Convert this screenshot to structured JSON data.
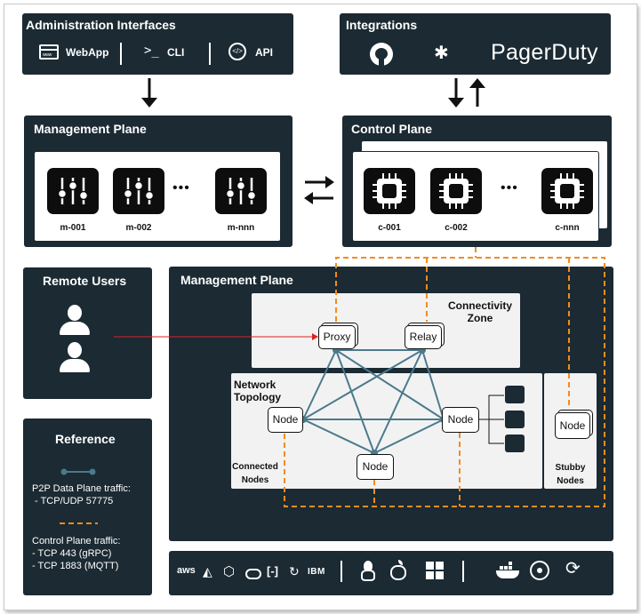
{
  "admin": {
    "title": "Administration Interfaces",
    "items": [
      {
        "label": "WebApp",
        "icon": "webapp-icon"
      },
      {
        "label": "CLI",
        "icon": "terminal-prompt-icon"
      },
      {
        "label": "API",
        "icon": "api-code-icon"
      }
    ]
  },
  "integrations": {
    "title": "Integrations",
    "items": [
      {
        "icon": "github-icon"
      },
      {
        "icon": "slack-icon"
      },
      {
        "label": "PagerDuty",
        "icon": "pagerduty-logo"
      }
    ]
  },
  "management_plane_top": {
    "title": "Management Plane",
    "nodes": [
      "m-001",
      "m-002",
      "m-nnn"
    ],
    "ellipsis": "•••"
  },
  "control_plane": {
    "title": "Control Plane",
    "nodes": [
      "c-001",
      "c-002",
      "c-nnn"
    ],
    "ellipsis": "•••"
  },
  "remote_users": {
    "title": "Remote Users"
  },
  "management_plane_main": {
    "title": "Management Plane",
    "connectivity_zone": {
      "line1": "Connectivity",
      "line2": "Zone",
      "proxy": "Proxy",
      "relay": "Relay"
    },
    "network_topology": {
      "line1": "Network",
      "line2": "Topology",
      "nodes": [
        "Node",
        "Node",
        "Node"
      ],
      "connected_line1": "Connected",
      "connected_line2": "Nodes"
    },
    "stubby": {
      "node": "Node",
      "line1": "Stubby",
      "line2": "Nodes"
    }
  },
  "reference": {
    "title": "Reference",
    "p2p_label": "P2P Data Plane traffic:",
    "p2p_detail": " - TCP/UDP 57775",
    "control_label": "Control Plane traffic:",
    "control_detail1": "- TCP 443 (gRPC)",
    "control_detail2": "- TCP 1883 (MQTT)",
    "p2p_color": "#4a7a8c",
    "control_color": "#f28c1c"
  },
  "platforms": {
    "cloud": [
      "aws-icon",
      "azure-icon",
      "gcp-icon",
      "oracle-icon",
      "alibaba-icon",
      "digitalocean-icon"
    ],
    "ibm_label": "IBM",
    "os": [
      "linux-icon",
      "apple-icon",
      "windows-icon"
    ],
    "runtime": [
      "docker-icon",
      "kubernetes-icon",
      "sync-icon"
    ]
  },
  "colors": {
    "dark": "#1b2a33",
    "edge": "#4a7a8c",
    "control": "#f28c1c",
    "user_link": "#e02020"
  }
}
